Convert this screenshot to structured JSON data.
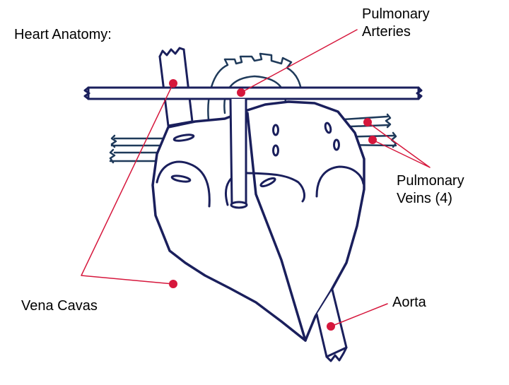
{
  "title": "Heart Anatomy:",
  "labels": {
    "pulmonary_arteries": "Pulmonary\nArteries",
    "pulmonary_veins": "Pulmonary\nVeins (4)",
    "vena_cavas": "Vena Cavas",
    "aorta": "Aorta"
  },
  "colors": {
    "outline": "#1a1f5c",
    "vessel_outline": "#1f3a5a",
    "pointer": "#d6173c",
    "text": "#000000",
    "background": "#ffffff"
  }
}
